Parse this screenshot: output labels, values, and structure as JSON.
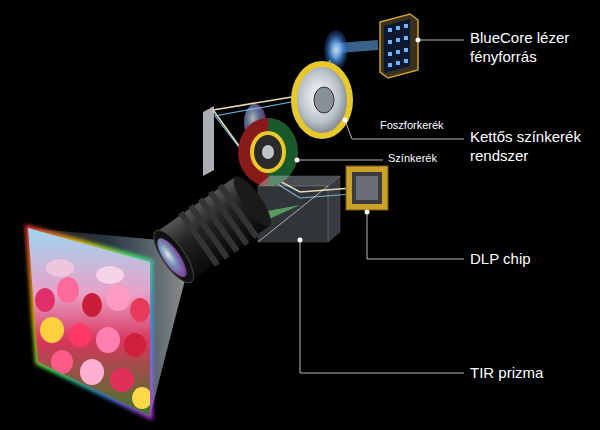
{
  "diagram": {
    "labels": [
      "BlueCore lézer fényforrás",
      "Foszforkerék",
      "Kettős színkerék rendszer",
      "Színkerék",
      "DLP chip",
      "TIR prizma"
    ]
  }
}
